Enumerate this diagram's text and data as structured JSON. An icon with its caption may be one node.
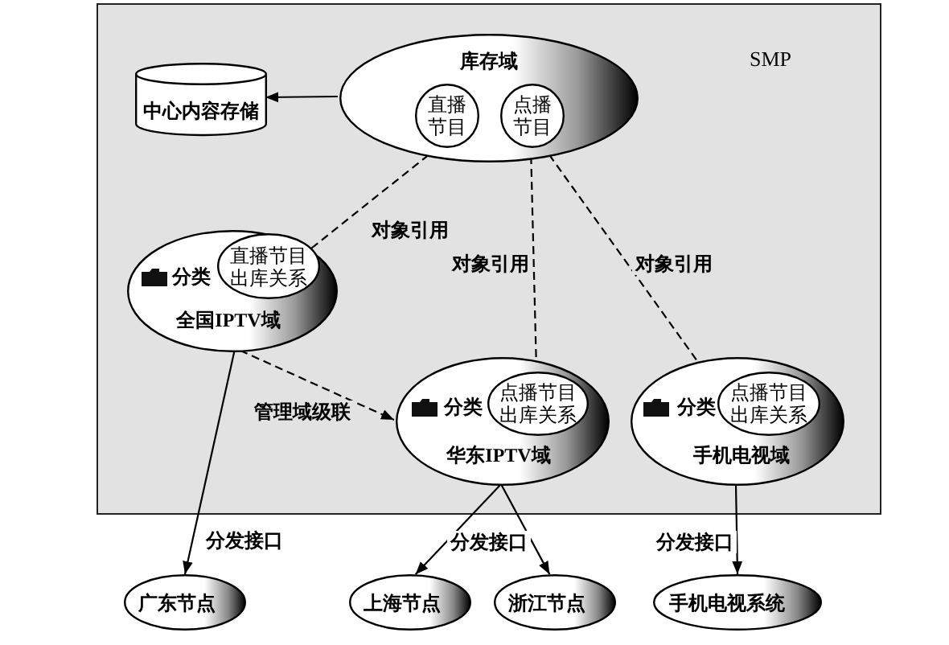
{
  "diagram": {
    "nodes": [
      {
        "text": [
          "SMP"
        ]
      },
      {
        "text": [
          "库存域"
        ],
        "in": 0
      },
      {
        "text": [
          "直播节目"
        ],
        "in": 1
      },
      {
        "text": [
          "点播节目"
        ],
        "in": 1
      },
      {
        "text": [
          "中心内容存储"
        ],
        "in": 0
      },
      {
        "text": [
          "分类",
          "全国IPTV域"
        ],
        "in": 0
      },
      {
        "text": [
          "直播节目出库关系"
        ],
        "in": 5
      },
      {
        "text": [
          "分类",
          "华东IPTV域"
        ],
        "in": 0
      },
      {
        "text": [
          "点播节目出库关系"
        ],
        "in": 7
      },
      {
        "text": [
          "分类",
          "手机电视域"
        ],
        "in": 0
      },
      {
        "text": [
          "点播节目出库关系"
        ],
        "in": 9
      },
      {
        "text": [
          "广东节点"
        ]
      },
      {
        "text": [
          "上海节点"
        ]
      },
      {
        "text": [
          "浙江节点"
        ]
      },
      {
        "text": [
          "手机电视系统"
        ]
      }
    ],
    "edges": [
      {
        "from": 1,
        "to": 4,
        "arrow": "to"
      },
      {
        "from": 6,
        "to": 2,
        "arrow": "to",
        "label": "对象引用",
        "style": "dashed"
      },
      {
        "from": 8,
        "to": 3,
        "arrow": "to",
        "label": "对象引用",
        "style": "dashed"
      },
      {
        "from": 10,
        "to": 3,
        "arrow": "to",
        "label": "对象引用",
        "style": "dashed"
      },
      {
        "from": 5,
        "to": 7,
        "arrow": "to",
        "label": "管理域级联",
        "style": "dashed"
      },
      {
        "from": 5,
        "to": 11,
        "arrow": "to",
        "label": "分发接口"
      },
      {
        "from": 7,
        "to": 12,
        "arrow": "to",
        "label": "分发接口"
      },
      {
        "from": 7,
        "to": 13,
        "arrow": "to"
      },
      {
        "from": 9,
        "to": 14,
        "arrow": "to",
        "label": "分发接口"
      }
    ]
  }
}
